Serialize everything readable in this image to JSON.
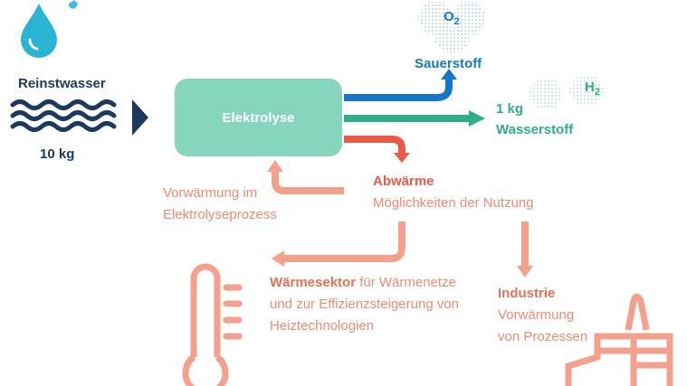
{
  "water_label": "Reinstwasser",
  "water_amount": "10 kg",
  "electrolysis_label": "Elektrolyse",
  "oxygen": {
    "formula": "O",
    "sub": "2",
    "label": "Sauerstoff"
  },
  "hydrogen": {
    "formula": "H",
    "sub": "2",
    "amount": "1 kg",
    "label": "Wasserstoff"
  },
  "waste_heat": {
    "title": "Abwärme",
    "subtitle": "Möglichkeiten der Nutzung"
  },
  "preheating": {
    "line1": "Vorwärmung im",
    "line2": "Elektrolyseprozess"
  },
  "heat_sector": {
    "bold": "Wärmesektor",
    "rest1": " für Wärmenetze",
    "line2": "und zur Effizienzsteigerung von",
    "line3": "Heiztechnologien"
  },
  "industry": {
    "title": "Industrie",
    "line1": "Vorwärmung",
    "line2": "von Prozessen"
  },
  "colors": {
    "water": "#2bb5d4",
    "navy": "#1b3a5c",
    "box": "#86d6bd",
    "oxygen": "#1677c9",
    "hydrogen": "#2fae8c",
    "heat": "#f4a08c",
    "heat_strong": "#ea5a44"
  }
}
